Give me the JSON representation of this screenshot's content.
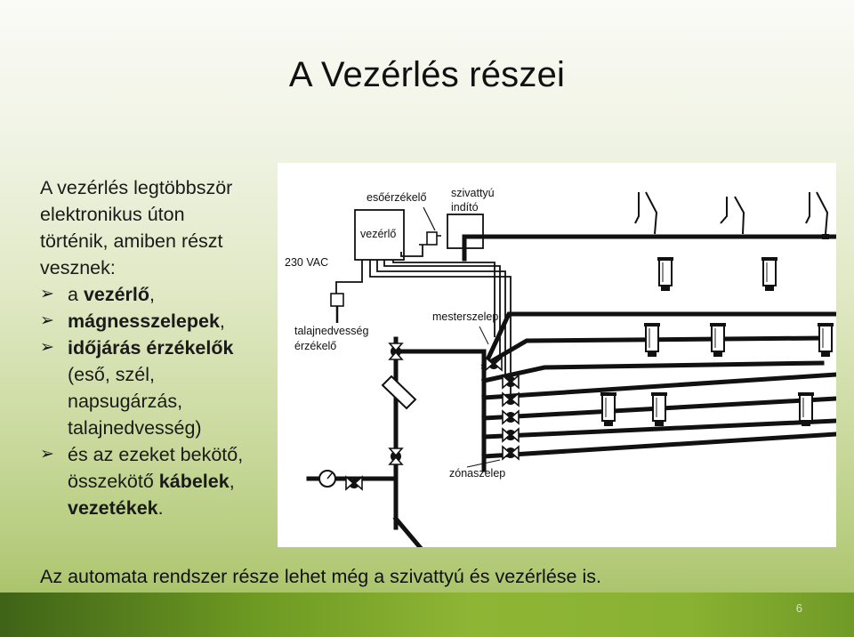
{
  "slide": {
    "title": "A Vezérlés részei",
    "intro": [
      "A vezérlés legtöbbször",
      "elektronikus úton",
      "történik, amiben részt",
      "vesznek:"
    ],
    "bullets": [
      {
        "pre": "a ",
        "bold": "vezérlő",
        "post": ","
      },
      {
        "pre": "",
        "bold": "mágnesszelepek",
        "post": ","
      },
      {
        "pre": "",
        "bold": "időjárás érzékelők",
        "post": ""
      }
    ],
    "sub_lines": [
      "(eső, szél,",
      "napsugárzás,",
      "talajnedvesség)"
    ],
    "last_bullet": {
      "line1": "és az ezeket bekötő,",
      "line2_pre": "összekötő ",
      "line2_bold": "kábelek",
      "line2_post": ",",
      "line3_bold": "vezetékek",
      "line3_post": "."
    },
    "footer": "Az automata rendszer része lehet még a szivattyú és vezérlése is.",
    "page_number": "6"
  },
  "diagram": {
    "labels": {
      "esoerzekelo": "esőérzékelő",
      "szivattyu_1": "szivattyú",
      "szivattyu_2": "indító",
      "vezerlo": "vezérlő",
      "vac": "230 VAC",
      "talaj_1": "talajnedvesség",
      "talaj_2": "érzékelő",
      "mesterszelep": "mesterszelep",
      "zonaszelep": "zónaszelep"
    }
  }
}
